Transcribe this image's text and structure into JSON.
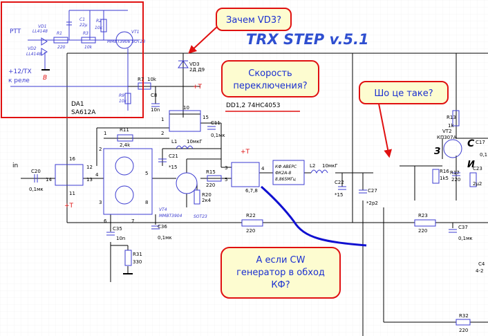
{
  "title": "TRX STEP v.5.1",
  "subtitle": "DD1,2  74HC4053",
  "callouts": {
    "vd3": "Зачем VD3?",
    "speed": [
      "Скорость",
      "переключения?"
    ],
    "what": "Шо це таке?",
    "cw": [
      "А если CW",
      "генератор в обход",
      "КФ?"
    ]
  },
  "labels": {
    "ptt": "PTT",
    "vd1": "VD1",
    "vd1_type": "LL4148",
    "vd2": "VD2",
    "vd2_type": "LL4148",
    "r1": "R1",
    "r1_val": "220",
    "r3": "R3",
    "r3_val": "10k",
    "c1": "C1",
    "c1_val": "22μ",
    "r2": "R2",
    "r2_val": "10k",
    "vt1": "VT1",
    "vt1_type": "MMBT3906 SOT23",
    "b": "B",
    "plus12": "+12/TX",
    "k_rele": "к реле",
    "r9": "R9",
    "r9_val": "10k",
    "da1": "DA1",
    "da1_type": "SA612A",
    "r7": "R7",
    "r7_val": "10k",
    "c8": "C8",
    "c8_val": "10n",
    "vd3": "VD3",
    "vd3_type": "2Д Д9",
    "plus_t": "+T",
    "r11": "R11",
    "r11_val": "2,4k",
    "l1": "L1",
    "l1_val": "10мкГ",
    "c11": "C11",
    "c11_val": "0,1мк",
    "c21": "C21",
    "c21_val": "*15",
    "in": "in",
    "c20": "C20",
    "c20_val": "0,1мк",
    "r15": "R15",
    "r15_val": "220",
    "r20": "R20",
    "r20_val": "2к4",
    "vt4": "VT4",
    "vt4_type": "MMBT3904",
    "sot23": "SOT23",
    "kf": [
      "КФ АВЕРС",
      "ФК2А-8",
      "8,865МГц"
    ],
    "l2": "L2",
    "l2_val": "10мкГ",
    "c22": "C22",
    "c22_val": "*15",
    "c27": "C27",
    "c27_val": "*2p2",
    "r13": "R13",
    "r13_val": "1k",
    "vt2": "VT2",
    "vt2_type": "КП307А",
    "c17": "C17",
    "c17_val": "0,1",
    "r16": "R16",
    "r16_val": "1k5",
    "r17": "R17",
    "r17_val": "220",
    "c23": "C23",
    "c23_val": "2μ2",
    "r22": "R22",
    "r22_val": "220",
    "r23": "R23",
    "r23_val": "220",
    "c37": "C37",
    "c37_val": "0,1мк",
    "c35": "C35",
    "c35_val": "10n",
    "r31": "R31",
    "r31_val": "330",
    "c36": "C36",
    "c36_val": "0,1мк",
    "r32": "R32",
    "r32_val": "220",
    "pin_678": "6,7,8",
    "letter_c": "С",
    "letter_z": "З",
    "letter_i": "И",
    "c4_partial": "C4",
    "c4_partial2": "4-2"
  },
  "pins": {
    "p1": "1",
    "p2": "2",
    "p3": "3",
    "p4": "4",
    "p5": "5",
    "p6": "6",
    "p7": "7",
    "p8": "8",
    "p10": "10",
    "p11": "11",
    "p12": "12",
    "p13": "13",
    "p14": "14",
    "p15": "15",
    "p16": "16"
  },
  "colors": {
    "schematic": "#000000",
    "components": "#3a3ad0",
    "callout_fill": "#fdfcd0",
    "callout_border": "#e01010",
    "callout_text": "#1a2fd0",
    "highlight_box": "#e01010",
    "cw_trace": "#1010d0",
    "title_color": "#2f4fd0",
    "grid": "#e8e8e8"
  }
}
